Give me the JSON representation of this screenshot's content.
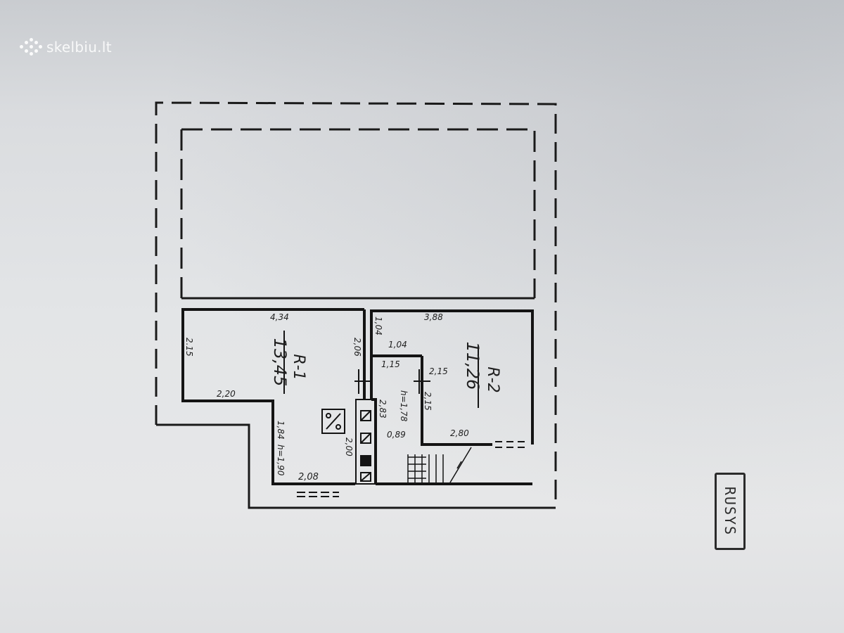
{
  "watermark": {
    "brand": "skelbiu.lt"
  },
  "stamp": {
    "text": "RUSYS"
  },
  "rooms": [
    {
      "id": "R-1",
      "area": "13,45"
    },
    {
      "id": "R-2",
      "area": "11,26"
    }
  ],
  "dimensions": {
    "r1_top": "4,34",
    "r1_left": "2.15",
    "r1_step": "2,20",
    "r1_lower_left": "1,84",
    "r1_height": "h=1,90",
    "r1_bottom": "2,08",
    "r1_right": "2,00",
    "corridor_left": "2,06",
    "r2_top": "3,88",
    "r2_notch_h": "1,04",
    "r2_notch_w": "1,04",
    "corridor_w": "1,15",
    "r2_door_a": "2,15",
    "r2_door_b": "2,15",
    "chimney_h": "2,83",
    "r2_h": "h=1,78",
    "r2_small": "0,89",
    "r2_stair": "2,80"
  },
  "icons": {
    "ventilation": "ventilation-symbol-icon",
    "chimney": "chimney-flue-icon",
    "stairs": "stairs-icon"
  }
}
